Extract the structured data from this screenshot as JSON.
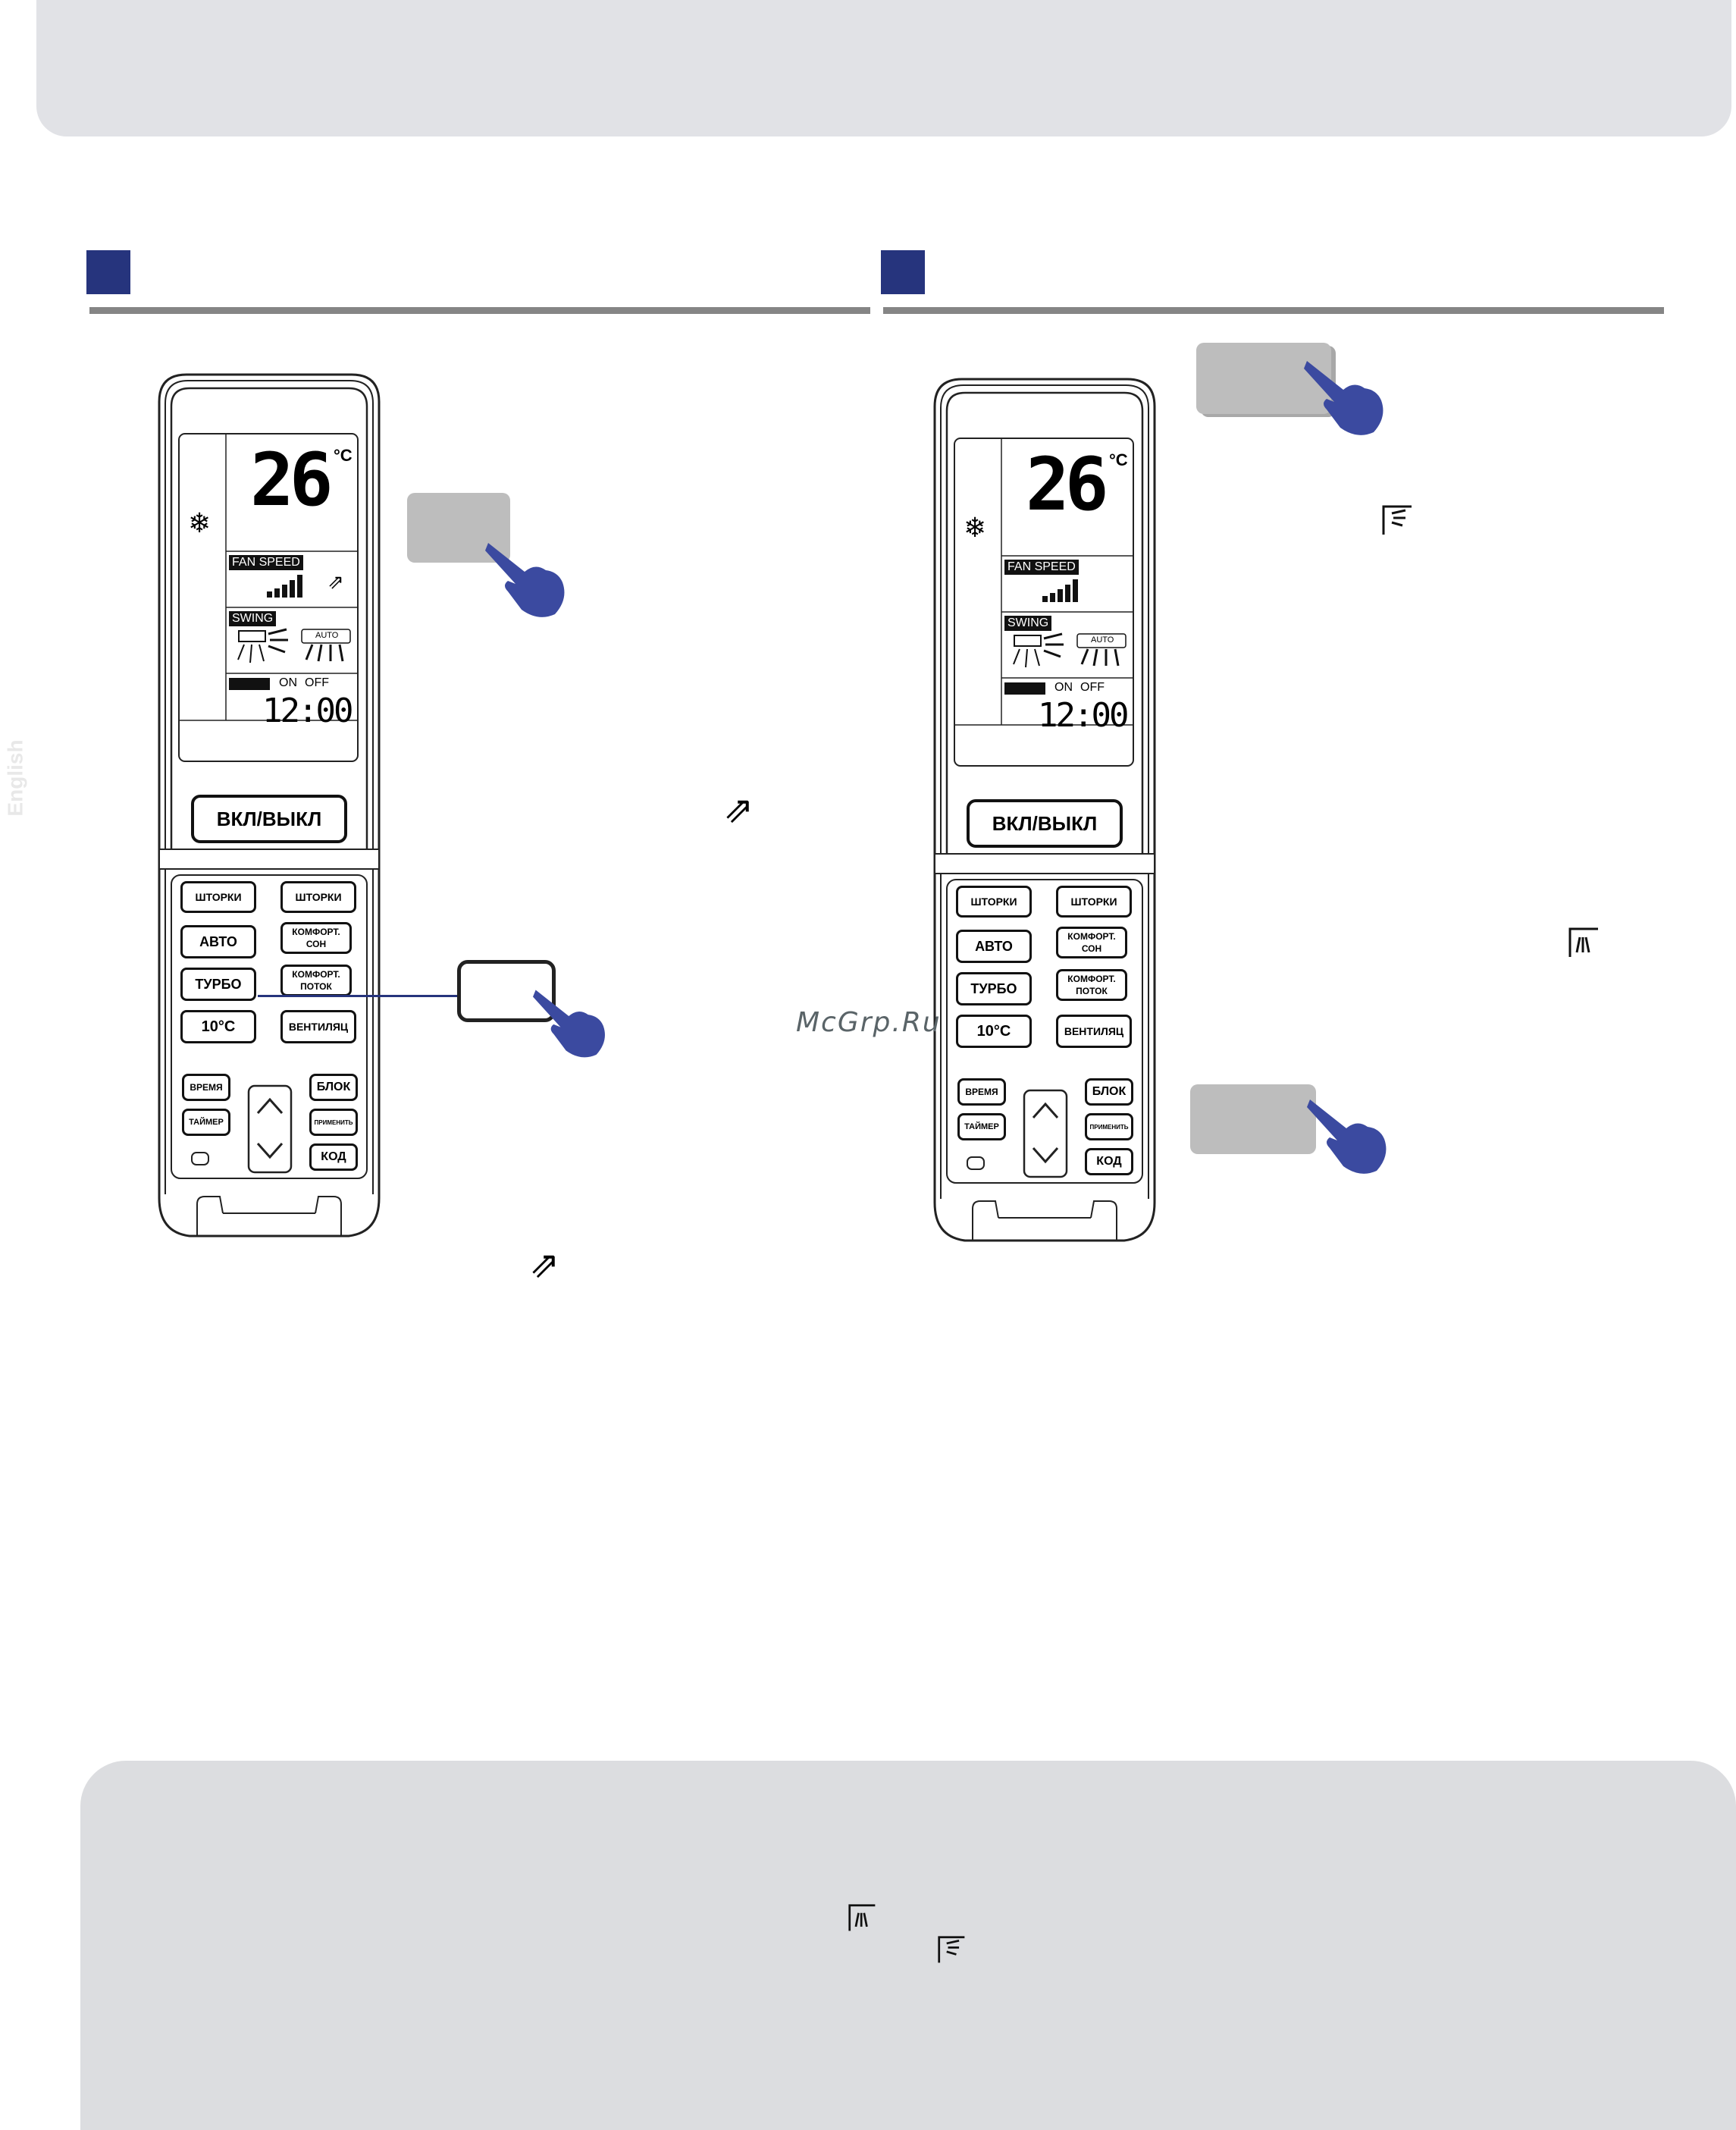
{
  "side_tab": "English",
  "watermark": "McGrp.Ru",
  "colors": {
    "accent": "#26347d",
    "hand": "#3b4aa0",
    "banner": "#e1e2e6",
    "callout": "#bdbdbd"
  },
  "remote": {
    "temperature": "26",
    "temp_unit": "°C",
    "fan_speed_label": "FAN SPEED",
    "swing_label": "SWING",
    "swing_auto": "AUTO",
    "timer_on": "ON",
    "timer_off": "OFF",
    "clock": "12:00",
    "power_button": "ВКЛ/ВЫКЛ",
    "buttons": {
      "shutters_vertical": "ШТОРКИ",
      "shutters_horizontal": "ШТОРКИ",
      "auto": "АВТО",
      "comfort_sleep_1": "КОМФОРТ.",
      "comfort_sleep_2": "СОН",
      "turbo": "ТУРБО",
      "comfort_flow_1": "КОМФОРТ.",
      "comfort_flow_2": "ПОТОК",
      "ten_c": "10°C",
      "fan": "ВЕНТИЛЯЦ",
      "time": "ВРЕМЯ",
      "lock": "БЛОК",
      "timer": "ТАЙМЕР",
      "apply": "ПРИМЕНИТЬ",
      "code": "КОД"
    }
  },
  "icons": {
    "mode": "snowflake-icon",
    "turbo": "turbo-arrow-icon",
    "swing_vertical": "vertical-swing-icon",
    "swing_horizontal": "horizontal-swing-icon",
    "hand": "pointing-hand-icon"
  }
}
